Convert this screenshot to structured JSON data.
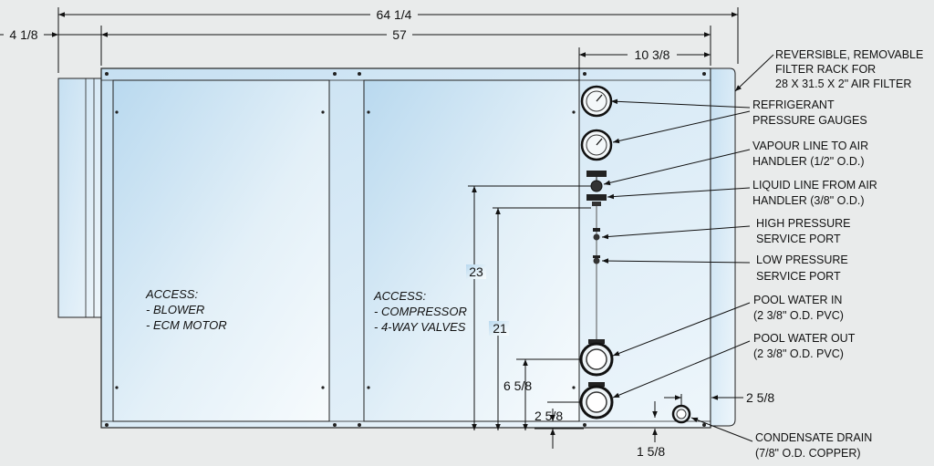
{
  "dimensions": {
    "overall_width": "64 1/4",
    "cabinet_width": "57",
    "side_offset": "4 1/8",
    "panel_width": "10 3/8",
    "vapour_height": "23",
    "liquid_height": "21",
    "pool_out_height": "6 5/8",
    "pool_in_offset": "2 5/8",
    "drain_height": "1 5/8",
    "drain_side": "2 5/8"
  },
  "panels": {
    "left": {
      "title": "ACCESS:",
      "items": [
        "- BLOWER",
        "- ECM MOTOR"
      ]
    },
    "middle": {
      "title": "ACCESS:",
      "items": [
        "- COMPRESSOR",
        "- 4-WAY VALVES"
      ]
    }
  },
  "callouts": [
    {
      "lines": [
        "REVERSIBLE, REMOVABLE",
        "FILTER RACK FOR",
        "28 X 31.5 X 2\" AIR FILTER"
      ]
    },
    {
      "lines": [
        "REFRIGERANT",
        "PRESSURE GAUGES"
      ]
    },
    {
      "lines": [
        "VAPOUR LINE TO AIR",
        "HANDLER (1/2\" O.D.)"
      ]
    },
    {
      "lines": [
        "LIQUID LINE FROM AIR",
        "HANDLER (3/8\" O.D.)"
      ]
    },
    {
      "lines": [
        "HIGH PRESSURE",
        "SERVICE PORT"
      ]
    },
    {
      "lines": [
        "LOW PRESSURE",
        "SERVICE PORT"
      ]
    },
    {
      "lines": [
        "POOL WATER IN",
        "(2 3/8\" O.D. PVC)"
      ]
    },
    {
      "lines": [
        "POOL WATER OUT",
        "(2 3/8\" O.D. PVC)"
      ]
    },
    {
      "lines": [
        "CONDENSATE DRAIN",
        "(7/8\" O.D. COPPER)"
      ]
    }
  ]
}
